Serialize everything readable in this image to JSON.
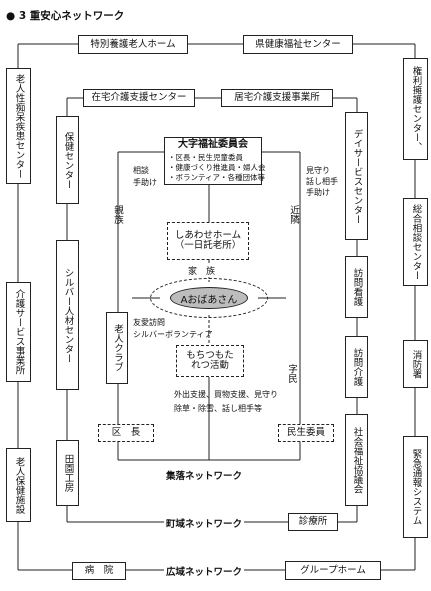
{
  "title": "● 3 重安心ネットワーク",
  "networks": {
    "settlement": "集落ネットワーク",
    "town": "町域ネットワーク",
    "wide": "広域ネットワーク"
  },
  "outer_ring": {
    "top_left": "特別養護老人ホーム",
    "top_right": "県健康福祉センター",
    "left_1": "老人性痴呆疾患センター",
    "left_2": "介護サービス事業所",
    "left_3": "老人保健施設",
    "right_1": "権利擁護センター、",
    "right_2": "総合相談センター",
    "right_3": "消防署",
    "right_4": "緊急通報システム",
    "bottom_left": "病　院",
    "bottom_right": "グループホーム"
  },
  "middle_ring": {
    "top_left": "在宅介護支援センター",
    "top_right": "居宅介護支援事業所",
    "left_1": "保健センター",
    "left_2": "シルバー人材センター",
    "left_3": "田園工房",
    "right_1": "デイサービスセンター",
    "right_2": "訪問看護",
    "right_3": "訪問介護",
    "right_4": "社会福祉協議会",
    "bottom_right": "診療所"
  },
  "center": {
    "committee_title": "大字福祉委員会",
    "committee_lines": [
      "・区長・民生児童委員",
      "・健康づくり推進員・婦人会",
      "・ボランティア・各種団体等"
    ],
    "home_line1": "しあわせホーム",
    "home_line2": "（一日託老所）",
    "family_label": "家　族",
    "person": "Aおばあさん",
    "relatives": "親族",
    "relatives_note": [
      "相談",
      "手助け"
    ],
    "neighbors": "近隣",
    "neighbors_note": [
      "見守り",
      "話し相手",
      "手助け"
    ],
    "senior_club": "老人クラブ",
    "senior_note": [
      "友愛訪問",
      "シルバーボランティア"
    ],
    "motsumotare_line1": "もちつもた",
    "motsumotare_line2": "れつ活動",
    "activities": [
      "外出支援、買物支援、見守り",
      "除草・除雪、話し相手等"
    ],
    "district_head": "区　長",
    "welfare_committee": "民生委員",
    "minsei_short": "字民"
  }
}
